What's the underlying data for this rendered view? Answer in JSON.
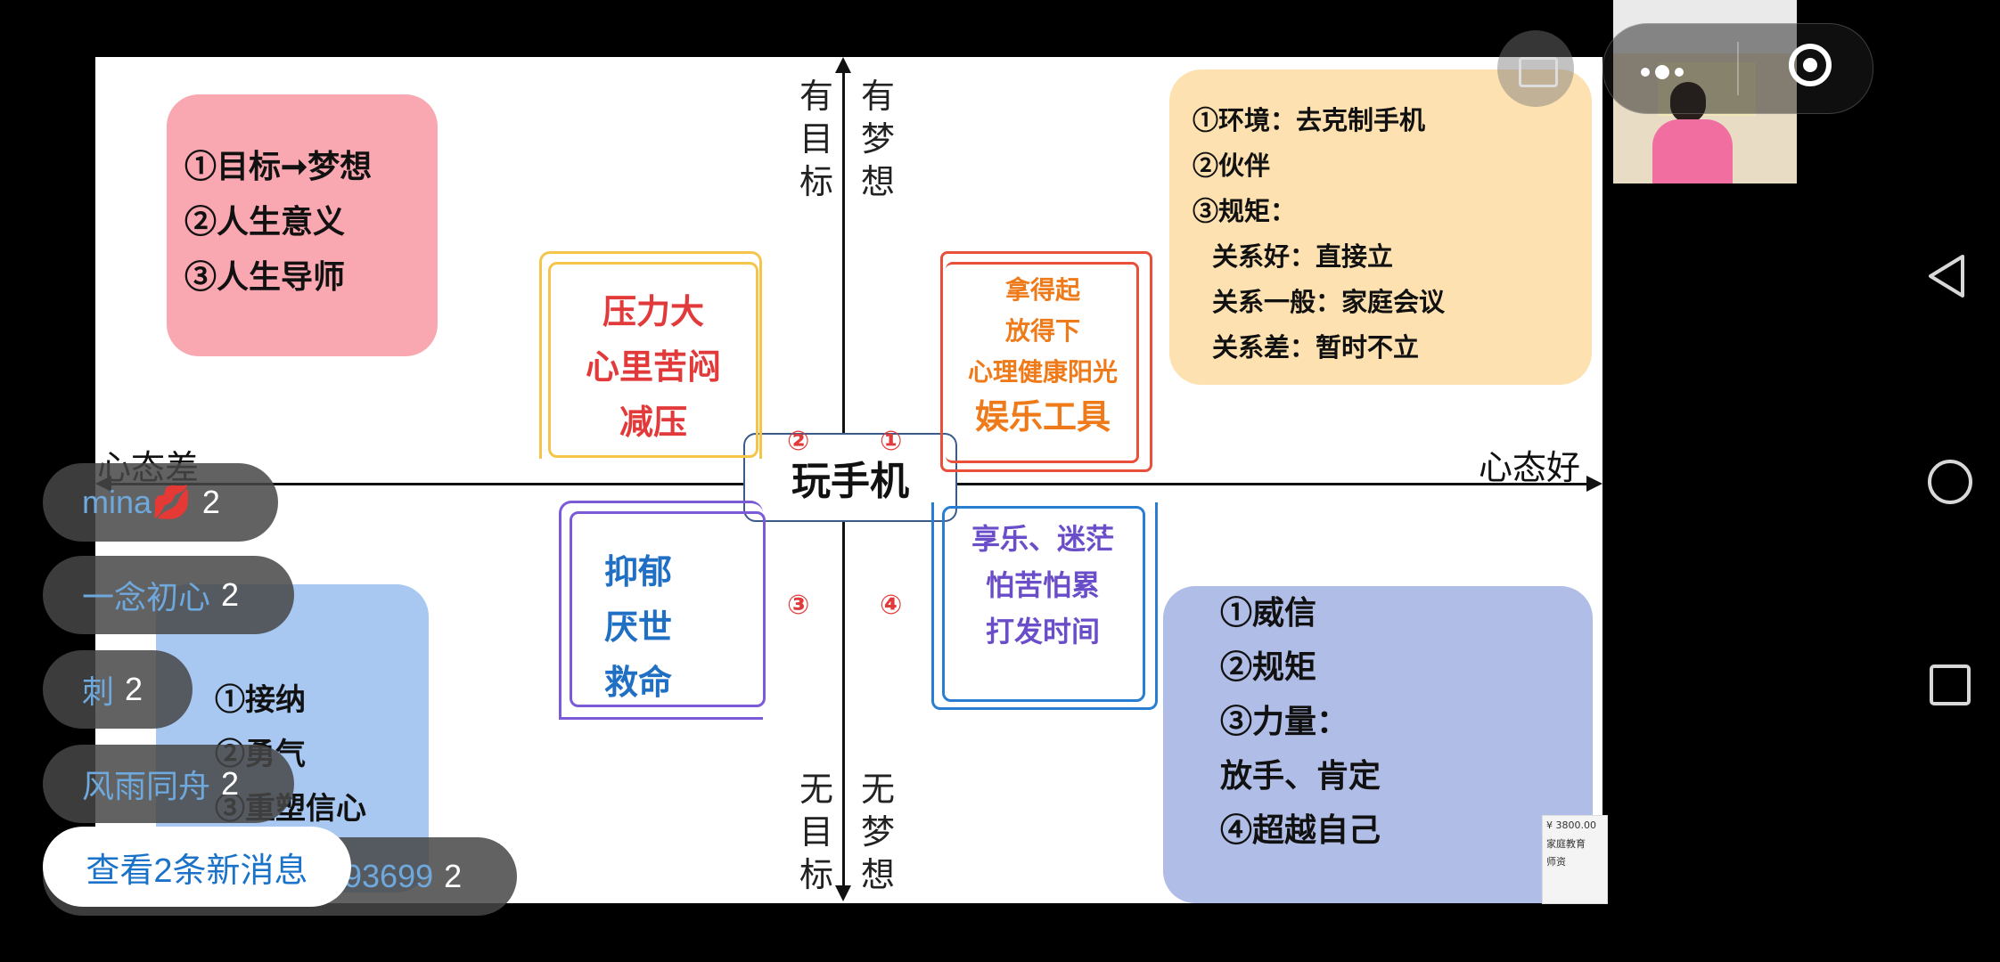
{
  "slide": {
    "axes": {
      "top_left": "有目标",
      "top_right": "有梦想",
      "bottom_left": "无目标",
      "bottom_right": "无梦想",
      "left": "心态差",
      "right": "心态好"
    },
    "center": "玩手机",
    "quadrant_numbers": [
      "①",
      "②",
      "③",
      "④"
    ],
    "q1_frame": {
      "lines": [
        "拿得起",
        "放得下",
        "心理健康阳光"
      ],
      "emphasis": "娱乐工具"
    },
    "q2_frame": {
      "lines": [
        "压力大",
        "心里苦闷"
      ],
      "emphasis": "减压"
    },
    "q3_frame": {
      "lines": [
        "抑郁",
        "厌世",
        "救命"
      ]
    },
    "q4_frame": {
      "lines": [
        "享乐、迷茫",
        "怕苦怕累",
        "打发时间"
      ]
    },
    "box_top_left": {
      "lines": [
        "①目标➞梦想",
        "②人生意义",
        "③人生导师"
      ]
    },
    "box_top_right": {
      "lines": [
        "①环境：去克制手机",
        "②伙伴",
        "③规矩：",
        "关系好：直接立",
        "关系一般：家庭会议",
        "关系差：暂时不立"
      ]
    },
    "box_bottom_left": {
      "lines": [
        "①接纳",
        "②勇气",
        "③重塑信心"
      ]
    },
    "box_bottom_right": {
      "lines": [
        "①威信",
        "②规矩",
        "③力量：",
        "放手、肯定",
        "④超越自己"
      ]
    }
  },
  "comments": [
    {
      "name": "mina💋",
      "count": "2"
    },
    {
      "name": "一念初心",
      "count": "2"
    },
    {
      "name": "刺",
      "count": "2"
    },
    {
      "name": "风雨同舟",
      "count": "2"
    },
    {
      "name": "93699",
      "count": "2"
    }
  ],
  "new_messages_button": "查看2条新消息",
  "ad_card": {
    "price": "¥ 3800.00",
    "line1": "家庭教育",
    "line2": "师资"
  },
  "colors": {
    "pink_box": "#f9a7b0",
    "peach_box": "#fde1b0",
    "blue_box": "#a8c8f2",
    "periwinkle_box": "#b0bde6",
    "red_text": "#e23a3a",
    "orange_text": "#ef7a1a",
    "blue_text": "#1f6fc4",
    "purple_text": "#6a4dc8"
  },
  "icons": [
    "briefcase-icon",
    "more-dots-icon",
    "close-circle-icon",
    "back-triangle-icon",
    "home-circle-icon",
    "recents-square-icon"
  ]
}
